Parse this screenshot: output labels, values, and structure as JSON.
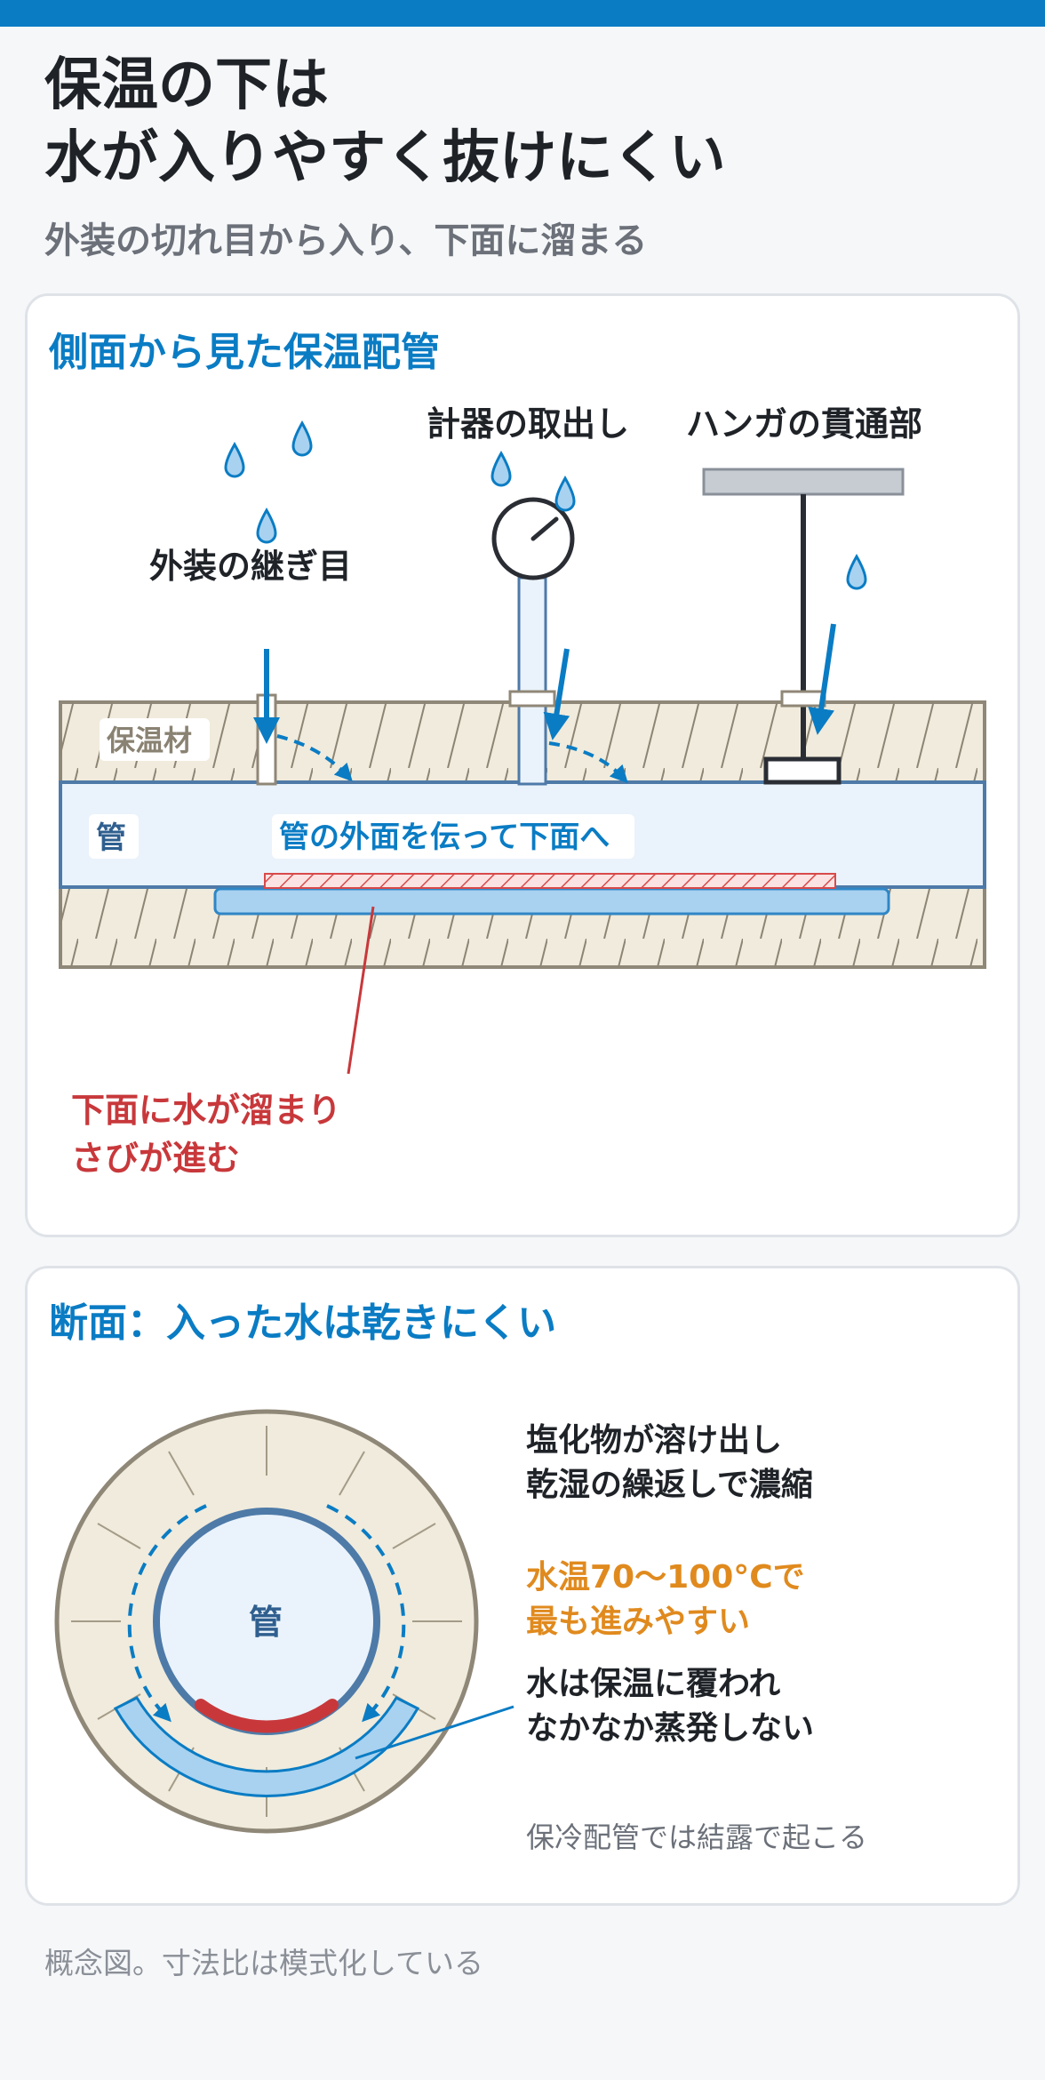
{
  "header": {
    "title_line1": "保温の下は",
    "title_line2": "水が入りやすく抜けにくい",
    "subtitle": "外装の切れ目から入り、下面に溜まる"
  },
  "side_view": {
    "title": "側面から見た保温配管",
    "labels": {
      "seam": "外装の継ぎ目",
      "instrument": "計器の取出し",
      "hanger": "ハンガの貫通部",
      "insulation": "保温材",
      "pipe": "管",
      "flow": "管の外面を伝って下面へ",
      "corrosion_line1": "下面に水が溜まり",
      "corrosion_line2": "さびが進む"
    }
  },
  "cross_section": {
    "title": "断面：入った水は乾きにくい",
    "pipe_label": "管",
    "note1_line1": "塩化物が溶け出し",
    "note1_line2": "乾湿の繰返しで濃縮",
    "note2_line1": "水温70〜100°Cで",
    "note2_line2": "最も進みやすい",
    "note3_line1": "水は保温に覆われ",
    "note3_line2": "なかなか蒸発しない",
    "note4": "保冷配管では結露で起こる"
  },
  "footnote": "概念図。寸法比は模式化している",
  "colors": {
    "accent": "#0a7cc4",
    "danger": "#c8383b",
    "warning": "#e08a1e",
    "insulation": "#f0ebdc",
    "pipe": "#eaf3fb",
    "water": "#a8d2f0"
  }
}
